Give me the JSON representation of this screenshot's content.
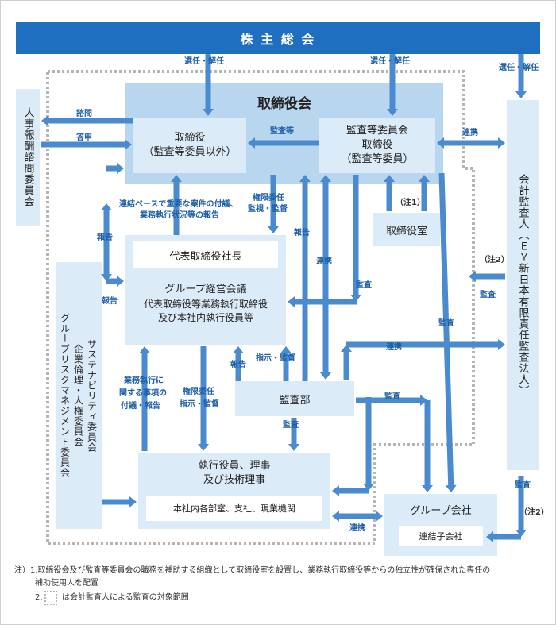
{
  "header": {
    "title": "株 主 総 会"
  },
  "boxes": {
    "board": "取締役会",
    "director_line1": "取締役",
    "director_line2": "（監査等委員以外）",
    "audit_committee_line1": "監査等委員会",
    "audit_committee_line2": "取締役",
    "audit_committee_line3": "（監査等委員）",
    "director_office": "取締役室",
    "president": "代表取締役社長",
    "group_mgmt_line1": "グループ経営会議",
    "group_mgmt_line2": "代表取締役等業務執行取締役",
    "group_mgmt_line3": "及び本社内執行役員等",
    "audit_dept": "監査部",
    "exec_line1": "執行役員、理事",
    "exec_line2": "及び技術理事",
    "headquarters": "本社内各部室、支社、現業機関",
    "group_companies": "グループ会社",
    "consolidated_subs": "連結子会社",
    "hr_committee": "人事報酬諮問委員会",
    "risk_committee_col1": "グループリスクマネジメント委員会",
    "risk_committee_col2": "企業倫理・人権委員会",
    "risk_committee_col3": "サステナビリティ委員会",
    "auditor": "会計監査人（ＥＹ新日本有限責任監査法人）"
  },
  "labels": {
    "elect1": "選任・解任",
    "elect2": "選任・解任",
    "elect3": "選任・解任",
    "consult": "諮問",
    "answer": "答申",
    "audit_etc": "監査等",
    "coop1": "連携",
    "note1_mark": "（注1）",
    "consolidated_line1": "連結ベースで重要な案件の付議、",
    "consolidated_line2": "業務執行状況等の報告",
    "authority_line1": "権限委任",
    "authority_line2": "監視・監督",
    "report_vert": "報告",
    "coop2": "連携",
    "audit_vert1": "監査",
    "audit_vert2": "監査",
    "note2_mark_a": "（注2）",
    "audit_side": "監査",
    "report1": "報告",
    "report2": "報告",
    "coop3": "連携",
    "exec_report_line1": "業務執行に",
    "exec_report_line2": "関する事項の",
    "exec_report_line3": "付議・報告",
    "delegate_line1": "権限委任",
    "delegate_line2": "指示・監督",
    "report3": "報告",
    "instruct": "指示・監督",
    "audit_down": "監査",
    "audit4": "監査",
    "audit5": "監査",
    "note2_mark_b": "（注2）",
    "coop4": "連携"
  },
  "notes": {
    "line1": "注）1.取締役会及び監査等委員会の職務を補助する組織として取締役室を設置し、業務執行取締役等からの独立性が確保された専任の",
    "line2": "補助使用人を配置",
    "line3_num": "2.",
    "line3_text": "は会計監査人による監査の対象範囲"
  },
  "colors": {
    "accent": "#2f74c0",
    "arrow": "#4a8bd0",
    "light": "#dcebf8",
    "mid": "#b9d6ef"
  }
}
